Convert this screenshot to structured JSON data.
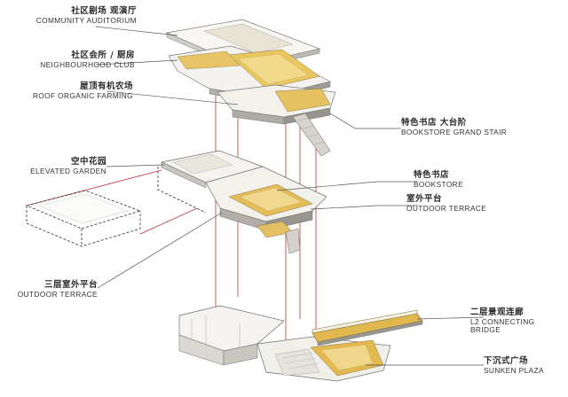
{
  "labels": {
    "community_auditorium": {
      "zh": "社区剧场 观演厅",
      "en": "COMMUNITY AUDITORIUM"
    },
    "neighbourhood_club": {
      "zh": "社区会所 / 厨房",
      "en": "NEIGHBOURHOOD CLUB"
    },
    "roof_farming": {
      "zh": "屋顶有机农场",
      "en": "ROOF ORGANIC FARMING"
    },
    "bookstore_stair": {
      "zh": "特色书店 大台阶",
      "en": "BOOKSTORE  GRAND STAIR"
    },
    "elevated_garden": {
      "zh": "空中花园",
      "en": "ELEVATED GARDEN"
    },
    "bookstore": {
      "zh": "特色书店",
      "en": "BOOKSTORE"
    },
    "outdoor_terrace": {
      "zh": "室外平台",
      "en": "OUTDOOR TERRACE"
    },
    "outdoor_terrace_3f": {
      "zh": "三层室外平台",
      "en": "OUTDOOR TERRACE"
    },
    "l2_bridge": {
      "zh": "二层景观连廊",
      "en": "L2 CONNECTING BRIDGE"
    },
    "sunken_plaza": {
      "zh": "下沉式广场",
      "en": "SUNKEN PLAZA"
    }
  },
  "colors": {
    "leader": "#555555",
    "projection": "#c0303a",
    "floor": "#f2f1ee",
    "wood": "#e2b94f",
    "wood_light": "#efd88f",
    "wall_shadow": "#b9b7b2"
  }
}
